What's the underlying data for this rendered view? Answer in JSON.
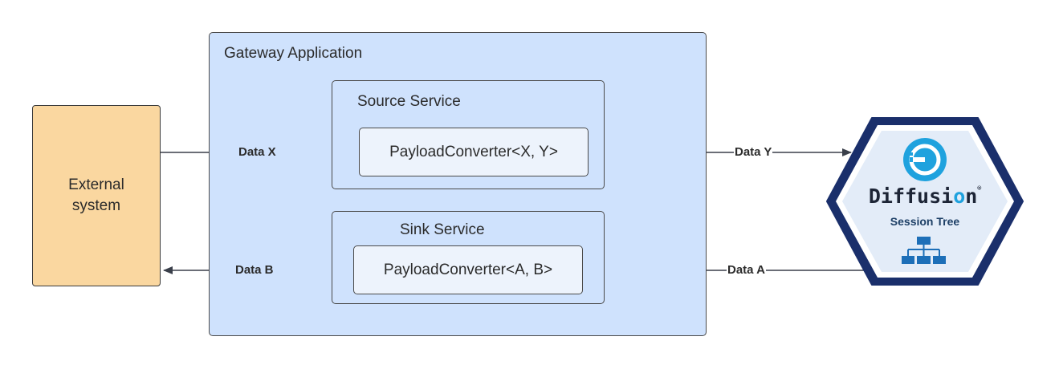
{
  "nodes": {
    "external_system": "External\nsystem",
    "gateway_application": "Gateway Application",
    "source_service": "Source Service",
    "sink_service": "Sink Service",
    "converter_xy": "PayloadConverter<X, Y>",
    "converter_ab": "PayloadConverter<A, B>"
  },
  "edges": {
    "data_x": "Data X",
    "data_y": "Data Y",
    "data_a": "Data A",
    "data_b": "Data B"
  },
  "diffusion": {
    "logo_text": "Diffusi",
    "logo_o": "o",
    "logo_end": "n",
    "registered_mark": "®",
    "subtitle": "Session Tree",
    "icons": [
      "diffusion-logo-icon",
      "session-tree-icon"
    ]
  },
  "colors": {
    "external_fill": "#fad7a0",
    "gateway_fill": "#cfe2fd",
    "converter_fill": "#edf3fc",
    "hex_border": "#1a2f6b",
    "hex_fill": "#e3ecf8",
    "diffusion_accent": "#1fa2de"
  }
}
